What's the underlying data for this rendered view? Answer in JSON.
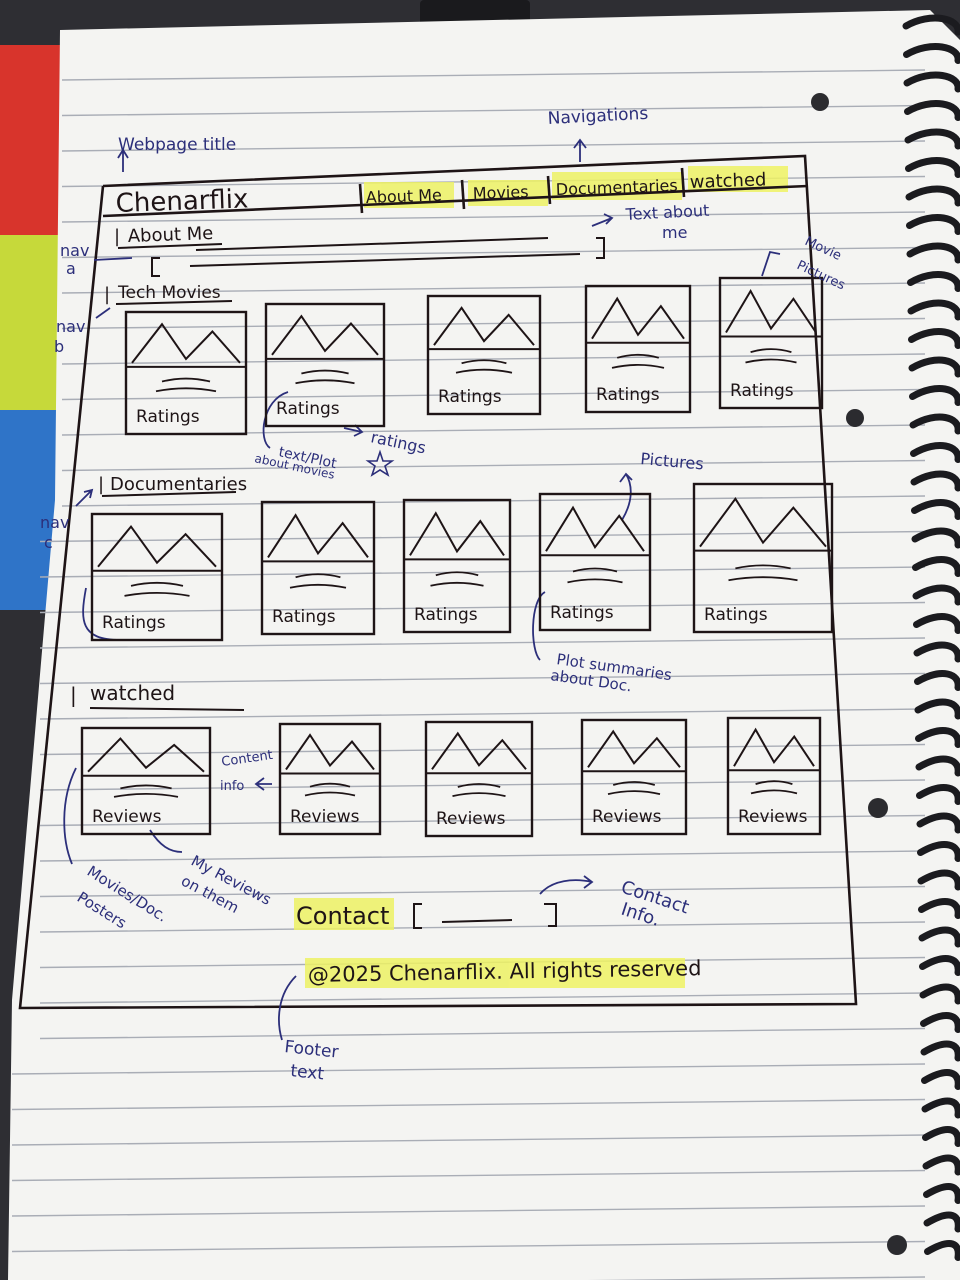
{
  "annotations": {
    "webpage_title": "Webpage title",
    "navigations": "Navigations",
    "text_about_me": [
      "Text about",
      "me"
    ],
    "movie_pictures": [
      "Movie",
      "Pictures"
    ],
    "nav_a": [
      "nav",
      "a"
    ],
    "nav_b": [
      "nav",
      "b"
    ],
    "nav_c": [
      "nav",
      "c"
    ],
    "ratings": "ratings",
    "text_plot": [
      "text/Plot",
      "about movies"
    ],
    "pictures": "Pictures",
    "plot_summaries": [
      "Plot summaries",
      "about Doc."
    ],
    "content_info": [
      "Content",
      "info"
    ],
    "my_reviews": [
      "My Reviews",
      "on them"
    ],
    "movies_posters": [
      "Movies/Doc.",
      "Posters"
    ],
    "contact_info": [
      "Contact",
      "Info."
    ],
    "footer_text": [
      "Footer",
      "text"
    ]
  },
  "wireframe": {
    "site_title": "Chenarflix",
    "nav_items": [
      "About Me",
      "Movies",
      "Documentaries",
      "watched"
    ],
    "about_heading": "About Me",
    "movies_heading": "Tech Movies",
    "documentaries_heading": "Documentaries",
    "watched_heading": "watched",
    "card_label_ratings": "Ratings",
    "card_label_reviews": "Reviews",
    "contact_label": "Contact",
    "footer": "@2025 Chenarflix. All rights reserved"
  },
  "colors": {
    "paper": "#f4f4f2",
    "ink": "#1e1416",
    "blue_ink": "#2c2f7a",
    "highlighter": "#eef264",
    "ruled_line": "#a9adb6"
  }
}
